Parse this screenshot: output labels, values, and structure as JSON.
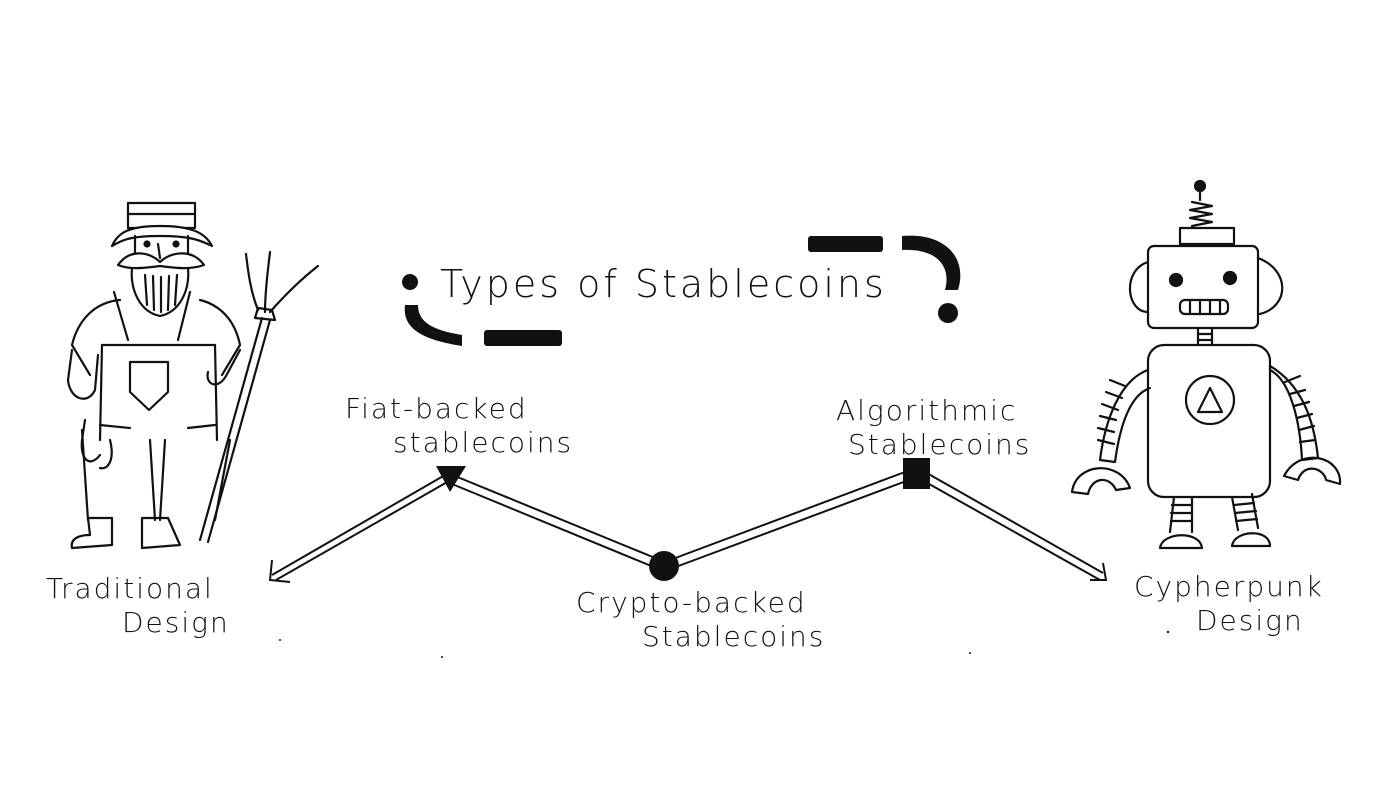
{
  "title": "Types of Stablecoins",
  "nodes": {
    "fiat": {
      "line1": "Fiat-backed",
      "line2": "stablecoins"
    },
    "crypto": {
      "line1": "Crypto-backed",
      "line2": "Stablecoins"
    },
    "algorithmic": {
      "line1": "Algorithmic",
      "line2": "Stablecoins"
    }
  },
  "ends": {
    "traditional": {
      "line1": "Traditional",
      "line2": "Design"
    },
    "cypherpunk": {
      "line1": "Cypherpunk",
      "line2": "Design"
    }
  },
  "colors": {
    "ink": "#111111",
    "background": "#ffffff"
  },
  "icons": [
    "farmer-illustration",
    "robot-illustration",
    "triangle-marker",
    "circle-marker",
    "square-marker",
    "arrowhead-icon"
  ]
}
